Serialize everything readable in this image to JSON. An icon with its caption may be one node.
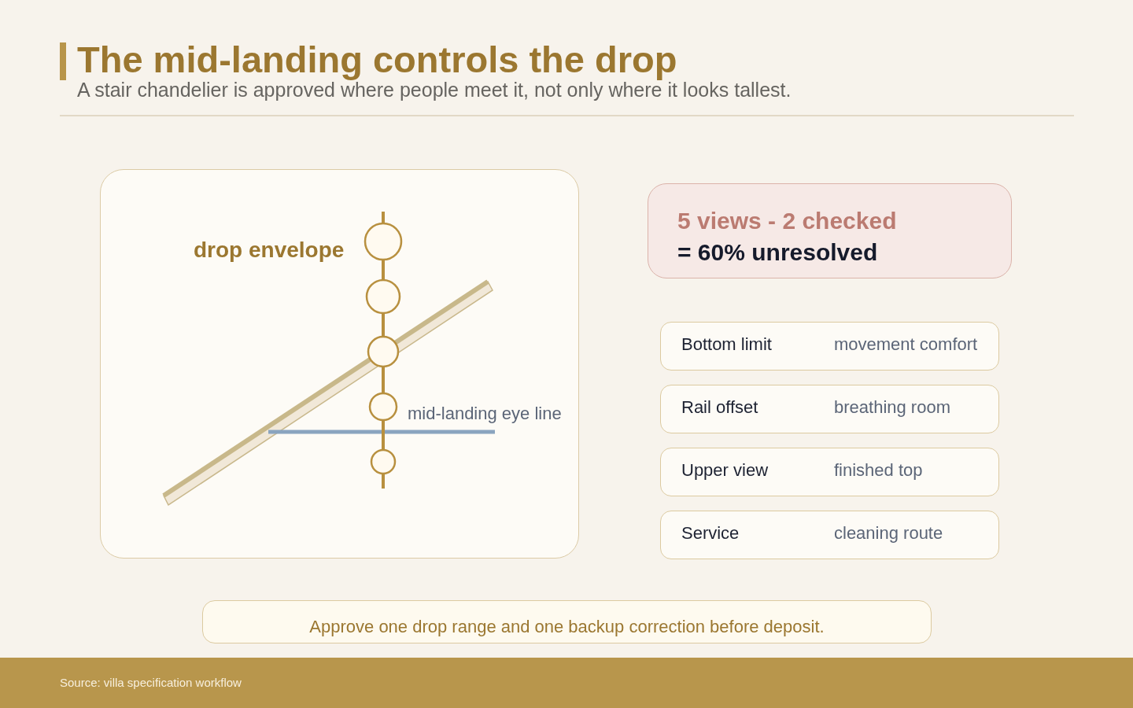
{
  "diagram": {
    "title": "The mid-landing controls the drop",
    "nodes": [
      {
        "text": [
          "drop envelope",
          "mid-landing eye line"
        ]
      },
      {
        "text": [
          "5 views - 2 checked",
          "= 60% unresolved"
        ]
      },
      {
        "text": [
          "Bottom limit",
          "movement comfort"
        ]
      },
      {
        "text": [
          "Rail offset",
          "breathing room"
        ]
      },
      {
        "text": [
          "Upper view",
          "finished top"
        ]
      },
      {
        "text": [
          "Service",
          "cleaning route"
        ]
      },
      {
        "text": [
          "Approve one drop range and one backup correction before deposit."
        ]
      }
    ],
    "labels": [
      "A stair chandelier is approved where people meet it, not only where it looks tallest.",
      "Source: villa specification workflow"
    ]
  }
}
